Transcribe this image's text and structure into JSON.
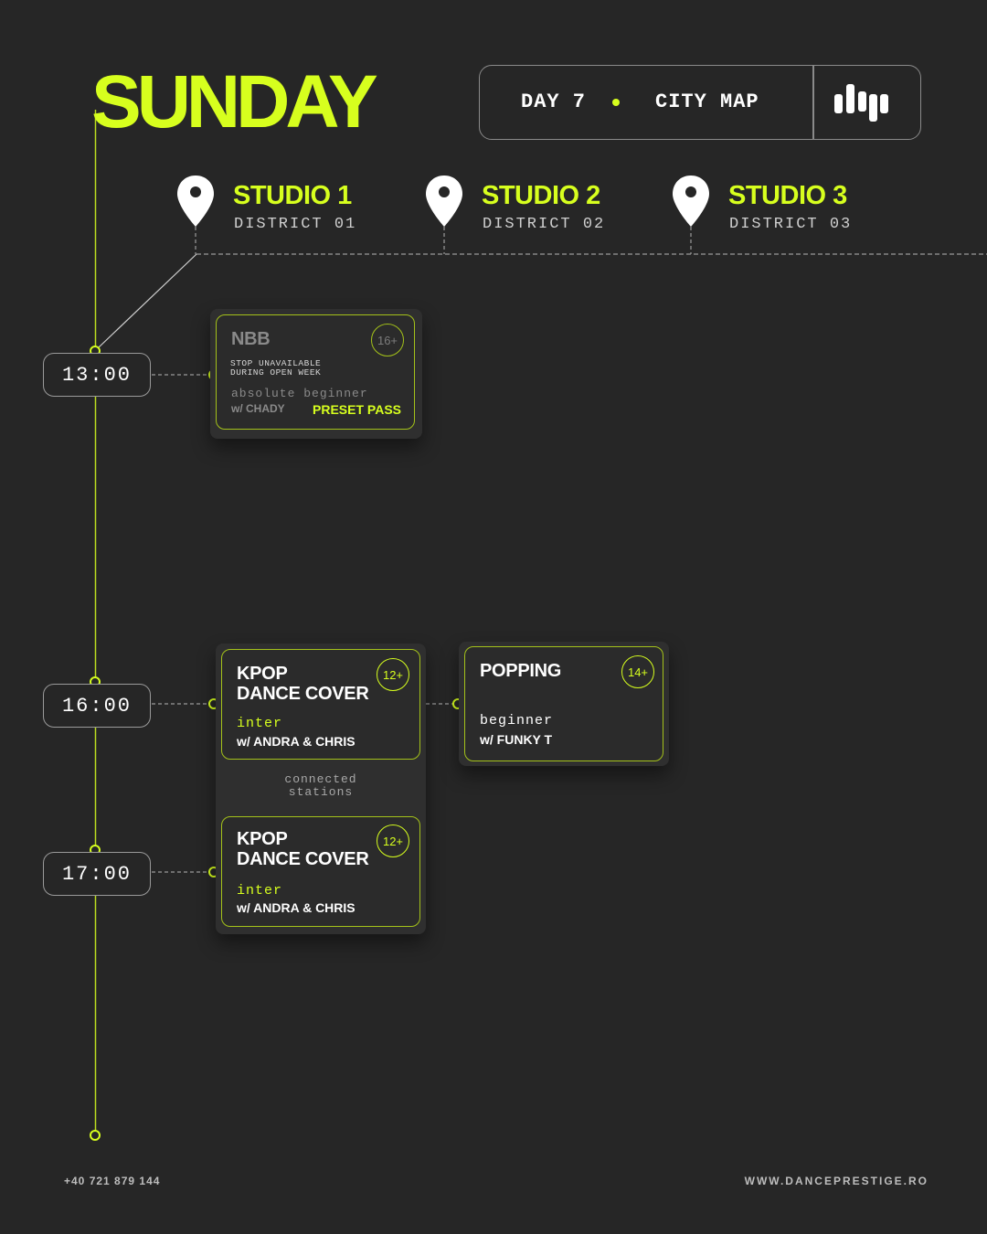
{
  "header": {
    "day_title": "SUNDAY",
    "day_label": "DAY 7",
    "map_label": "CITY MAP"
  },
  "studios": [
    {
      "name": "STUDIO 1",
      "district": "DISTRICT 01",
      "icon": "map-pin-icon"
    },
    {
      "name": "STUDIO 2",
      "district": "DISTRICT 02",
      "icon": "map-pin-icon"
    },
    {
      "name": "STUDIO 3",
      "district": "DISTRICT 03",
      "icon": "map-pin-icon"
    }
  ],
  "times": [
    "13:00",
    "16:00",
    "17:00"
  ],
  "classes": [
    {
      "title": "NBB",
      "age": "16+",
      "note": "STOP UNAVAILABLE DURING OPEN WEEK",
      "note_line1": "STOP UNAVAILABLE",
      "note_line2": "DURING OPEN WEEK",
      "level": "absolute beginner",
      "instructor": "w/ CHADY",
      "pass": "PRESET PASS"
    },
    {
      "title_line1": "KPOP",
      "title_line2": "DANCE COVER",
      "age": "12+",
      "level": "inter",
      "instructor": "w/ ANDRA & CHRIS"
    },
    {
      "title": "POPPING",
      "age": "14+",
      "level": "beginner",
      "instructor": "w/ FUNKY T"
    },
    {
      "title_line1": "KPOP",
      "title_line2": "DANCE COVER",
      "age": "12+",
      "level": "inter",
      "instructor": "w/ ANDRA & CHRIS"
    }
  ],
  "connected_label_line1": "connected",
  "connected_label_line2": "stations",
  "footer": {
    "phone": "+40 721 879 144",
    "website": "WWW.DANCEPRESTIGE.RO"
  },
  "colors": {
    "background": "#262626",
    "accent": "#d7ff1e",
    "card_border": "#a4c21a"
  }
}
